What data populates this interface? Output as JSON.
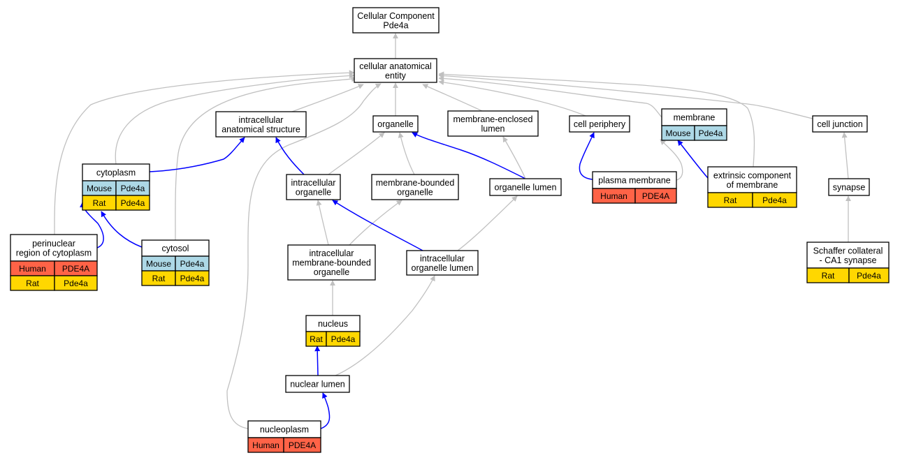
{
  "colors": {
    "human": "#ff6347",
    "mouse": "#add8e6",
    "rat": "#ffd700",
    "edge_is_a": "#c0c0c0",
    "edge_part_of": "#0000ff"
  },
  "nodes": [
    {
      "id": "root",
      "lines": [
        "Cellular Component",
        "Pde4a"
      ],
      "rows": []
    },
    {
      "id": "cae",
      "lines": [
        "cellular anatomical",
        "entity"
      ],
      "rows": []
    },
    {
      "id": "ias",
      "lines": [
        "intracellular",
        "anatomical structure"
      ],
      "rows": []
    },
    {
      "id": "organelle",
      "lines": [
        "organelle"
      ],
      "rows": []
    },
    {
      "id": "mel",
      "lines": [
        "membrane-enclosed",
        "lumen"
      ],
      "rows": []
    },
    {
      "id": "cellper",
      "lines": [
        "cell periphery"
      ],
      "rows": []
    },
    {
      "id": "membrane",
      "lines": [
        "membrane"
      ],
      "rows": [
        {
          "species": "Mouse",
          "gene": "Pde4a",
          "color": "mouse"
        }
      ]
    },
    {
      "id": "celljunc",
      "lines": [
        "cell junction"
      ],
      "rows": []
    },
    {
      "id": "cytoplasm",
      "lines": [
        "cytoplasm"
      ],
      "rows": [
        {
          "species": "Mouse",
          "gene": "Pde4a",
          "color": "mouse"
        },
        {
          "species": "Rat",
          "gene": "Pde4a",
          "color": "rat"
        }
      ]
    },
    {
      "id": "intorg",
      "lines": [
        "intracellular",
        "organelle"
      ],
      "rows": []
    },
    {
      "id": "mbo",
      "lines": [
        "membrane-bounded",
        "organelle"
      ],
      "rows": []
    },
    {
      "id": "orglumen",
      "lines": [
        "organelle lumen"
      ],
      "rows": []
    },
    {
      "id": "plasmamem",
      "lines": [
        "plasma membrane"
      ],
      "rows": [
        {
          "species": "Human",
          "gene": "PDE4A",
          "color": "human"
        }
      ]
    },
    {
      "id": "extmem",
      "lines": [
        "extrinsic component",
        "of membrane"
      ],
      "rows": [
        {
          "species": "Rat",
          "gene": "Pde4a",
          "color": "rat"
        }
      ]
    },
    {
      "id": "synapse",
      "lines": [
        "synapse"
      ],
      "rows": []
    },
    {
      "id": "perinuc",
      "lines": [
        "perinuclear",
        "region of cytoplasm"
      ],
      "rows": [
        {
          "species": "Human",
          "gene": "PDE4A",
          "color": "human"
        },
        {
          "species": "Rat",
          "gene": "Pde4a",
          "color": "rat"
        }
      ]
    },
    {
      "id": "cytosol",
      "lines": [
        "cytosol"
      ],
      "rows": [
        {
          "species": "Mouse",
          "gene": "Pde4a",
          "color": "mouse"
        },
        {
          "species": "Rat",
          "gene": "Pde4a",
          "color": "rat"
        }
      ]
    },
    {
      "id": "imbo",
      "lines": [
        "intracellular",
        "membrane-bounded",
        "organelle"
      ],
      "rows": []
    },
    {
      "id": "iol",
      "lines": [
        "intracellular",
        "organelle lumen"
      ],
      "rows": []
    },
    {
      "id": "schaffer",
      "lines": [
        "Schaffer collateral",
        "- CA1 synapse"
      ],
      "rows": [
        {
          "species": "Rat",
          "gene": "Pde4a",
          "color": "rat"
        }
      ]
    },
    {
      "id": "nucleus",
      "lines": [
        "nucleus"
      ],
      "rows": [
        {
          "species": "Rat",
          "gene": "Pde4a",
          "color": "rat"
        }
      ]
    },
    {
      "id": "nuclumen",
      "lines": [
        "nuclear lumen"
      ],
      "rows": []
    },
    {
      "id": "nucleoplasm",
      "lines": [
        "nucleoplasm"
      ],
      "rows": [
        {
          "species": "Human",
          "gene": "PDE4A",
          "color": "human"
        }
      ]
    }
  ],
  "edges": [
    {
      "from": "cae",
      "to": "root",
      "kind": "is_a"
    },
    {
      "from": "ias",
      "to": "cae",
      "kind": "is_a"
    },
    {
      "from": "organelle",
      "to": "cae",
      "kind": "is_a"
    },
    {
      "from": "mel",
      "to": "cae",
      "kind": "is_a"
    },
    {
      "from": "cellper",
      "to": "cae",
      "kind": "is_a"
    },
    {
      "from": "membrane",
      "to": "cae",
      "kind": "is_a"
    },
    {
      "from": "celljunc",
      "to": "cae",
      "kind": "is_a"
    },
    {
      "from": "perinuc",
      "to": "cae",
      "kind": "is_a"
    },
    {
      "from": "cytoplasm",
      "to": "cae",
      "kind": "is_a"
    },
    {
      "from": "cytosol",
      "to": "cae",
      "kind": "is_a"
    },
    {
      "from": "nucleoplasm",
      "to": "cae",
      "kind": "is_a"
    },
    {
      "from": "extmem",
      "to": "cae",
      "kind": "is_a"
    },
    {
      "from": "cytoplasm",
      "to": "ias",
      "kind": "part_of"
    },
    {
      "from": "intorg",
      "to": "ias",
      "kind": "part_of"
    },
    {
      "from": "intorg",
      "to": "organelle",
      "kind": "is_a"
    },
    {
      "from": "mbo",
      "to": "organelle",
      "kind": "is_a"
    },
    {
      "from": "orglumen",
      "to": "organelle",
      "kind": "part_of"
    },
    {
      "from": "orglumen",
      "to": "mel",
      "kind": "is_a"
    },
    {
      "from": "plasmamem",
      "to": "cellper",
      "kind": "part_of"
    },
    {
      "from": "plasmamem",
      "to": "membrane",
      "kind": "is_a"
    },
    {
      "from": "extmem",
      "to": "membrane",
      "kind": "part_of"
    },
    {
      "from": "synapse",
      "to": "celljunc",
      "kind": "is_a"
    },
    {
      "from": "schaffer",
      "to": "synapse",
      "kind": "is_a"
    },
    {
      "from": "perinuc",
      "to": "cytoplasm",
      "kind": "part_of"
    },
    {
      "from": "cytosol",
      "to": "cytoplasm",
      "kind": "part_of"
    },
    {
      "from": "imbo",
      "to": "intorg",
      "kind": "is_a"
    },
    {
      "from": "imbo",
      "to": "mbo",
      "kind": "is_a"
    },
    {
      "from": "iol",
      "to": "intorg",
      "kind": "part_of"
    },
    {
      "from": "iol",
      "to": "orglumen",
      "kind": "is_a"
    },
    {
      "from": "nucleus",
      "to": "imbo",
      "kind": "is_a"
    },
    {
      "from": "nuclumen",
      "to": "nucleus",
      "kind": "part_of"
    },
    {
      "from": "nuclumen",
      "to": "iol",
      "kind": "is_a"
    },
    {
      "from": "nucleoplasm",
      "to": "nuclumen",
      "kind": "part_of"
    }
  ]
}
